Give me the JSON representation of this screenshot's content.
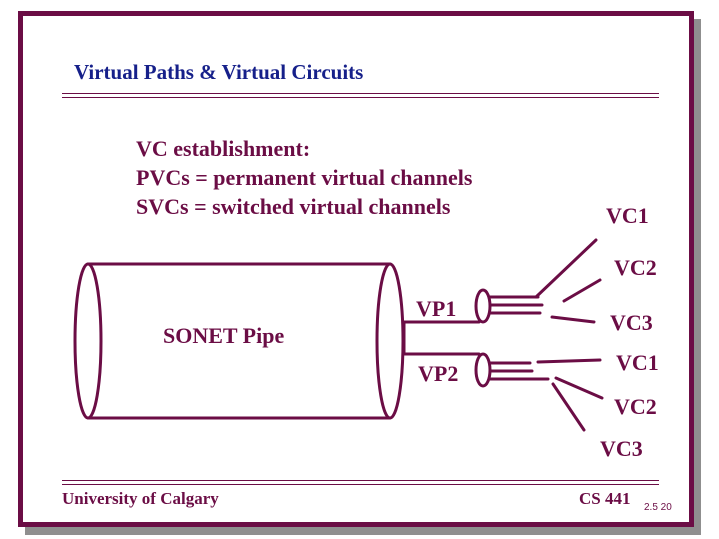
{
  "slide": {
    "title": "Virtual Paths & Virtual Circuits",
    "bullets": [
      "VC establishment:",
      "PVCs  =  permanent virtual channels",
      "SVCs  =  switched virtual channels"
    ],
    "footer_left": "University of Calgary",
    "footer_right": "CS 441",
    "page_number": "2.5  20"
  },
  "diagram": {
    "pipe_label": "SONET  Pipe",
    "vp_labels": [
      "VP1",
      "VP2"
    ],
    "vc_labels_vp1": [
      "VC1",
      "VC2",
      "VC3"
    ],
    "vc_labels_vp2": [
      "VC1",
      "VC2",
      "VC3"
    ]
  },
  "colors": {
    "accent": "#6b0d45",
    "title": "#16208a",
    "shadow": "#8f8f8f"
  }
}
